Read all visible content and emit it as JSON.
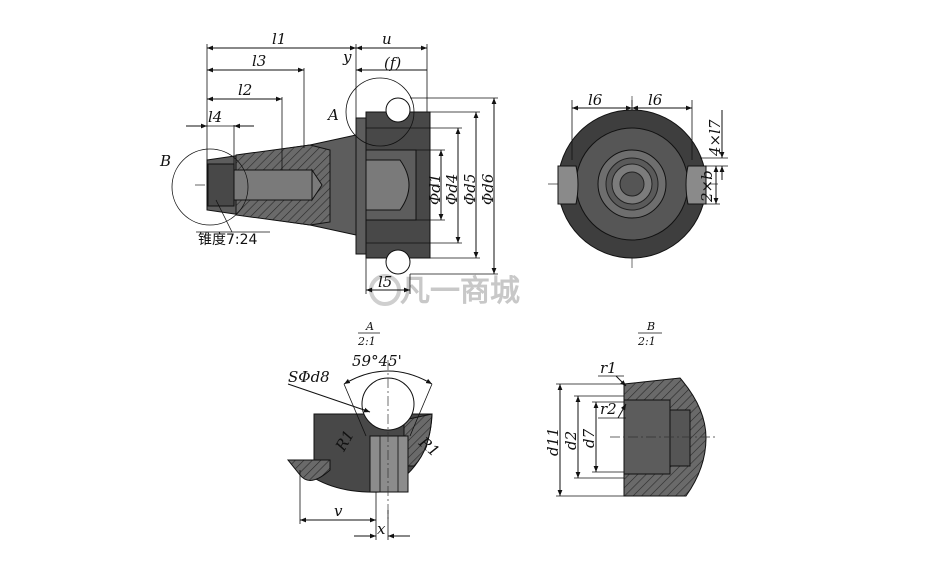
{
  "watermark": "凡一商城",
  "main_view": {
    "dims_top": [
      "l1",
      "l3",
      "l2",
      "l4",
      "u",
      "y",
      "(f)"
    ],
    "dims_right": [
      "Φd1",
      "Φd4",
      "Φd5",
      "Φd6"
    ],
    "dim_bottom": "l5",
    "detail_markers": [
      "A",
      "B"
    ],
    "taper_note": "锥度7:24"
  },
  "end_view": {
    "dims": [
      "l6",
      "l6",
      "4×l7",
      "2×b"
    ]
  },
  "detail_a": {
    "title": "A",
    "scale": "2:1",
    "dims": [
      "SΦd8",
      "59°45'",
      "R1",
      "R1",
      "v",
      "x"
    ]
  },
  "detail_b": {
    "title": "B",
    "scale": "2:1",
    "dims": [
      "r1",
      "r2",
      "d11",
      "d2",
      "d7"
    ]
  }
}
